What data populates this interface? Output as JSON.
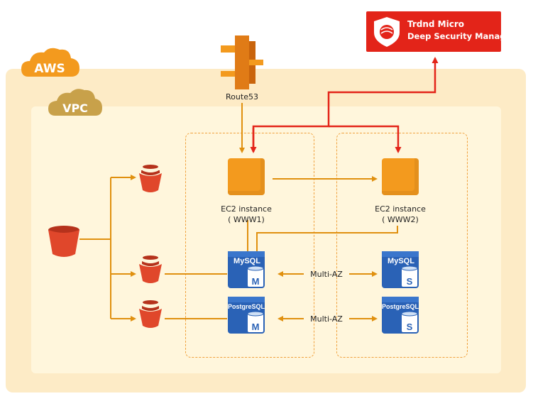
{
  "clouds": {
    "aws_label": "AWS",
    "vpc_label": "VPC"
  },
  "trend": {
    "title": "Trdnd Micro",
    "subtitle": "Deep Security Manager"
  },
  "route53": {
    "label": "Route53"
  },
  "ec2": [
    {
      "line1": "EC2 instance",
      "line2": "( WWW1)"
    },
    {
      "line1": "EC2 instance",
      "line2": "( WWW2)"
    }
  ],
  "databases": {
    "mysql_label": "MySQL",
    "postgres_label": "PostgreSQL",
    "master_letter": "M",
    "slave_letter": "S"
  },
  "links": {
    "multi_az_1": "Multi-AZ",
    "multi_az_2": "Multi-AZ"
  },
  "colors": {
    "aws_orange": "#f39a1e",
    "trend_red": "#e32419",
    "connector_orange": "#e0900f",
    "connector_red": "#e32419",
    "db_blue": "#2a62b6",
    "s3_red": "#e0472b"
  }
}
